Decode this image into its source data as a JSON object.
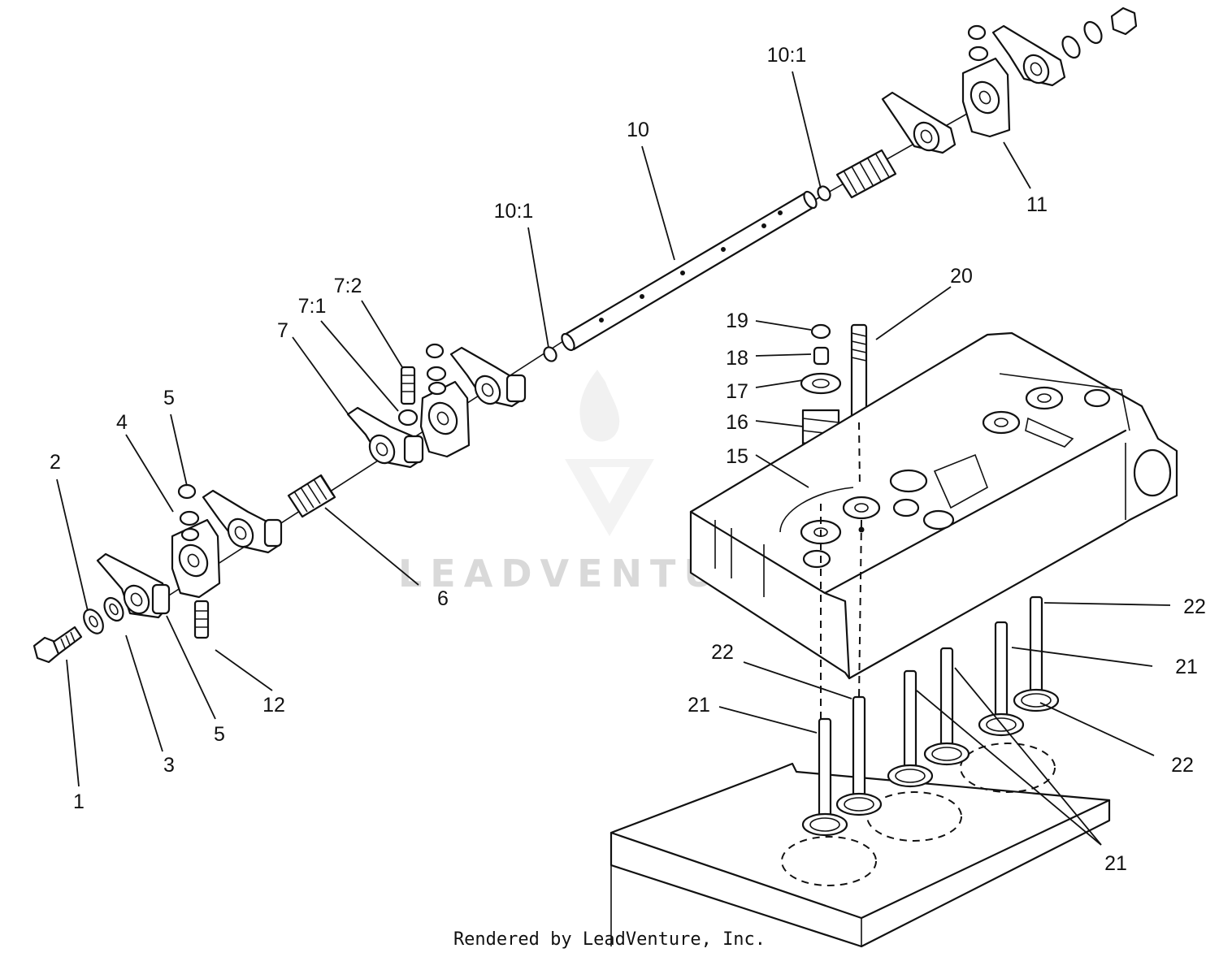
{
  "diagram": {
    "callouts": {
      "c1": "1",
      "c2": "2",
      "c3": "3",
      "c4": "4",
      "c5a": "5",
      "c5b": "5",
      "c6": "6",
      "c7": "7",
      "c71": "7:1",
      "c72": "7:2",
      "c10": "10",
      "c101a": "10:1",
      "c101b": "10:1",
      "c11": "11",
      "c12": "12",
      "c15": "15",
      "c16": "16",
      "c17": "17",
      "c18": "18",
      "c19": "19",
      "c20": "20",
      "c21a": "21",
      "c21b": "21",
      "c21c": "21",
      "c22a": "22",
      "c22b": "22",
      "c22c": "22"
    },
    "watermark": "LEADVENTURE",
    "footer": "Rendered by LeadVenture, Inc."
  }
}
